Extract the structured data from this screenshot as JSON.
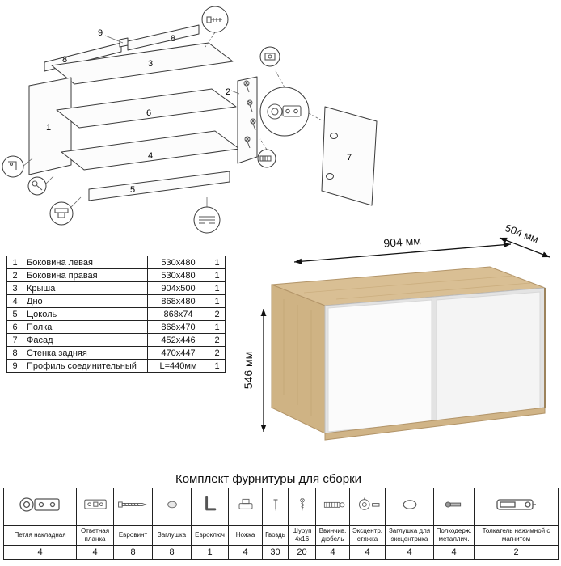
{
  "parts_table": {
    "rows": [
      {
        "num": "1",
        "name": "Боковина левая",
        "size": "530x480",
        "qty": "1"
      },
      {
        "num": "2",
        "name": "Боковина правая",
        "size": "530x480",
        "qty": "1"
      },
      {
        "num": "3",
        "name": "Крыша",
        "size": "904x500",
        "qty": "1"
      },
      {
        "num": "4",
        "name": "Дно",
        "size": "868x480",
        "qty": "1"
      },
      {
        "num": "5",
        "name": "Цоколь",
        "size": "868x74",
        "qty": "2"
      },
      {
        "num": "6",
        "name": "Полка",
        "size": "868x470",
        "qty": "1"
      },
      {
        "num": "7",
        "name": "Фасад",
        "size": "452x446",
        "qty": "2"
      },
      {
        "num": "8",
        "name": "Стенка задняя",
        "size": "470x447",
        "qty": "2"
      },
      {
        "num": "9",
        "name": "Профиль соединительный",
        "size": "L=440мм",
        "qty": "1"
      }
    ]
  },
  "dimensions": {
    "width": "904 мм",
    "depth": "504 мм",
    "height": "546 мм"
  },
  "diagram": {
    "callouts": [
      "9",
      "8",
      "8",
      "3",
      "1",
      "2",
      "6",
      "4",
      "5",
      "7"
    ]
  },
  "hardware": {
    "title": "Комплект фурнитуры для сборки",
    "items": [
      {
        "label": "Петля накладная",
        "qty": "4",
        "icon": "hinge-icon"
      },
      {
        "label": "Ответная планка",
        "qty": "4",
        "icon": "strike-plate-icon"
      },
      {
        "label": "Евровинт",
        "qty": "8",
        "icon": "eurovint-icon"
      },
      {
        "label": "Заглушка",
        "qty": "8",
        "icon": "cap-icon"
      },
      {
        "label": "Евроключ",
        "qty": "1",
        "icon": "hex-key-icon"
      },
      {
        "label": "Ножка",
        "qty": "4",
        "icon": "foot-icon"
      },
      {
        "label": "Гвоздь",
        "qty": "30",
        "icon": "nail-icon"
      },
      {
        "label": "Шуруп 4x16",
        "qty": "20",
        "icon": "screw-icon"
      },
      {
        "label": "Ввинчив. дюбель",
        "qty": "4",
        "icon": "dowel-icon"
      },
      {
        "label": "Эксцентр. стяжка",
        "qty": "4",
        "icon": "cam-lock-icon"
      },
      {
        "label": "Заглушка для эксцентрика",
        "qty": "4",
        "icon": "cam-cap-icon"
      },
      {
        "label": "Полкодерж. металлич.",
        "qty": "4",
        "icon": "shelf-pin-icon"
      },
      {
        "label": "Толкатель нажимной с магнитом",
        "qty": "2",
        "icon": "push-latch-icon"
      }
    ]
  },
  "colors": {
    "wood_top": "#d9bf94",
    "wood_side": "#cfb384",
    "door": "#fbfbfb",
    "line": "#111111"
  }
}
